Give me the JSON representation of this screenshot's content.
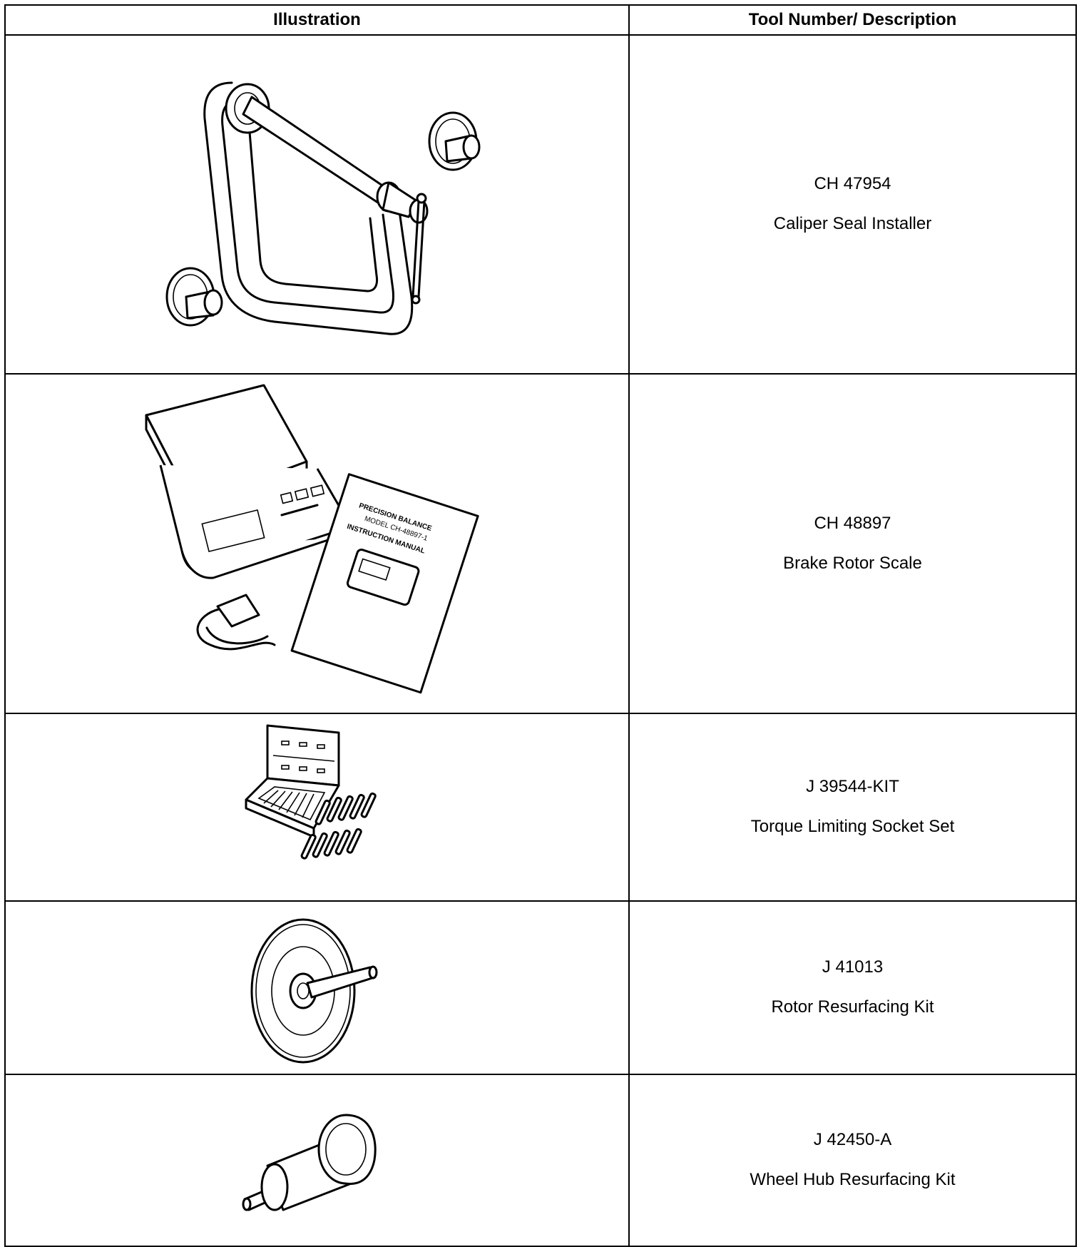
{
  "table": {
    "header": {
      "illustration": "Illustration",
      "tool": "Tool Number/ Description"
    },
    "rows": [
      {
        "number": "CH 47954",
        "description": "Caliper Seal Installer",
        "icon": "caliper-seal-installer-icon"
      },
      {
        "number": "CH 48897",
        "description": "Brake Rotor Scale",
        "icon": "brake-rotor-scale-icon",
        "manual_lines": [
          "PRECISION BALANCE",
          "MODEL CH-48897-1",
          "INSTRUCTION MANUAL"
        ]
      },
      {
        "number": "J 39544-KIT",
        "description": "Torque Limiting Socket Set",
        "icon": "torque-socket-set-icon"
      },
      {
        "number": "J 41013",
        "description": "Rotor Resurfacing Kit",
        "icon": "rotor-resurfacing-kit-icon"
      },
      {
        "number": "J 42450-A",
        "description": "Wheel Hub Resurfacing Kit",
        "icon": "wheel-hub-resurfacing-kit-icon"
      }
    ]
  }
}
